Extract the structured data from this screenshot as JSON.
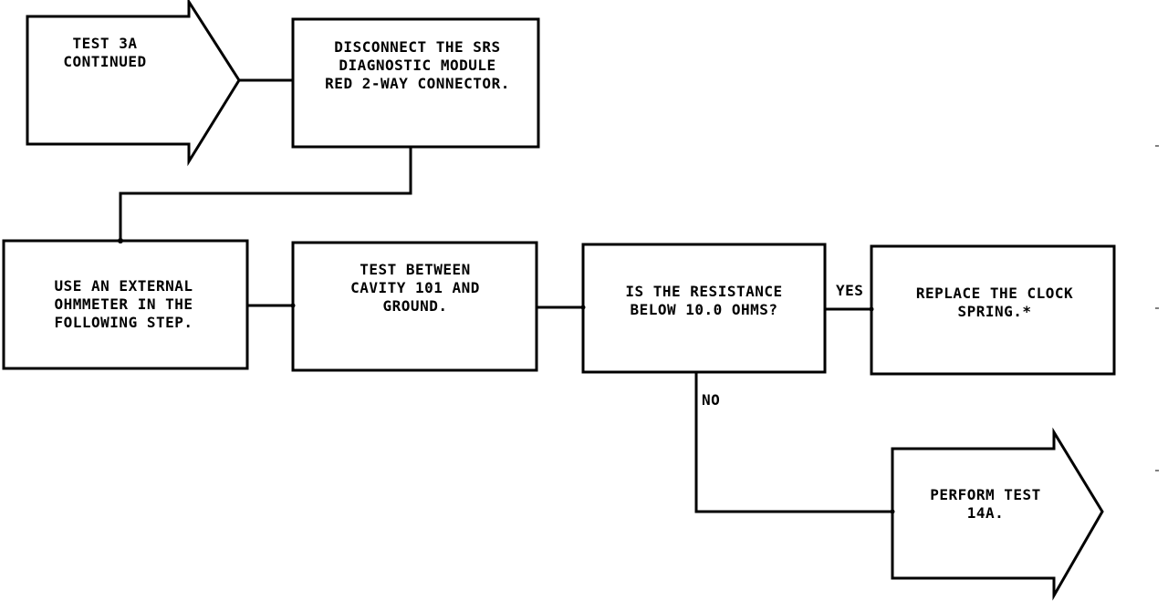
{
  "diagram": {
    "start": "TEST 3A\nCONTINUED",
    "step1": "DISCONNECT THE SRS\nDIAGNOSTIC MODULE\nRED 2-WAY CONNECTOR.",
    "step2": "USE AN EXTERNAL\nOHMMETER IN THE\nFOLLOWING STEP.",
    "step3": "TEST BETWEEN\nCAVITY 101 AND\nGROUND.",
    "decision": "IS THE RESISTANCE\nBELOW 10.0 OHMS?",
    "yes_label": "YES",
    "yes_action": "REPLACE THE CLOCK\nSPRING.*",
    "no_label": "NO",
    "no_action": "PERFORM TEST\n14A."
  }
}
